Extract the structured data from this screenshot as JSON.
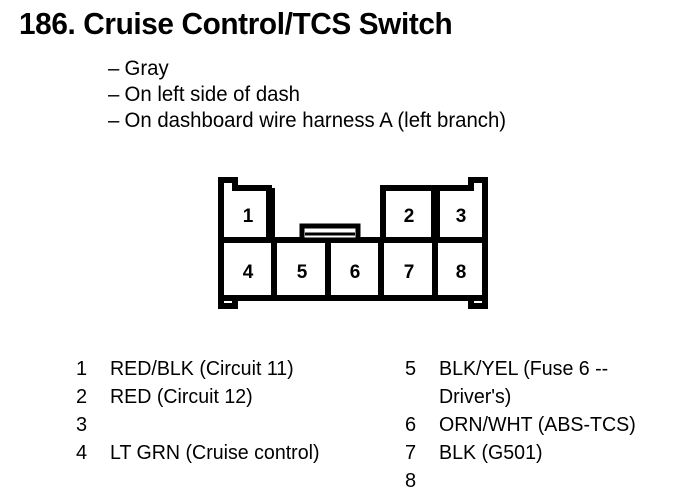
{
  "document": {
    "title": "186. Cruise Control/TCS Switch",
    "notes": [
      {
        "dash": "–",
        "text": "Gray"
      },
      {
        "dash": "–",
        "text": "On left side of dash"
      },
      {
        "dash": "–",
        "text": "On dashboard wire harness A (left branch)"
      }
    ]
  },
  "connector": {
    "top_row": [
      "1",
      "",
      "",
      "2",
      "3"
    ],
    "bottom_row": [
      "4",
      "5",
      "6",
      "7",
      "8"
    ],
    "pin_1": "1",
    "pin_2": "2",
    "pin_3": "3",
    "pin_4": "4",
    "pin_5": "5",
    "pin_6": "6",
    "pin_7": "7",
    "pin_8": "8",
    "outline_color": "#000000",
    "fill_color": "#ffffff"
  },
  "legend": {
    "left": [
      {
        "num": "1",
        "label": "RED/BLK (Circuit 11)"
      },
      {
        "num": "2",
        "label": "RED (Circuit 12)"
      },
      {
        "num": "3",
        "label": ""
      },
      {
        "num": "4",
        "label": "LT GRN (Cruise control)"
      }
    ],
    "right": [
      {
        "num": "5",
        "label": "BLK/YEL (Fuse 6 --\nDriver's)"
      },
      {
        "num": "6",
        "label": "ORN/WHT (ABS-TCS)"
      },
      {
        "num": "7",
        "label": "BLK (G501)"
      },
      {
        "num": "8",
        "label": ""
      }
    ]
  }
}
